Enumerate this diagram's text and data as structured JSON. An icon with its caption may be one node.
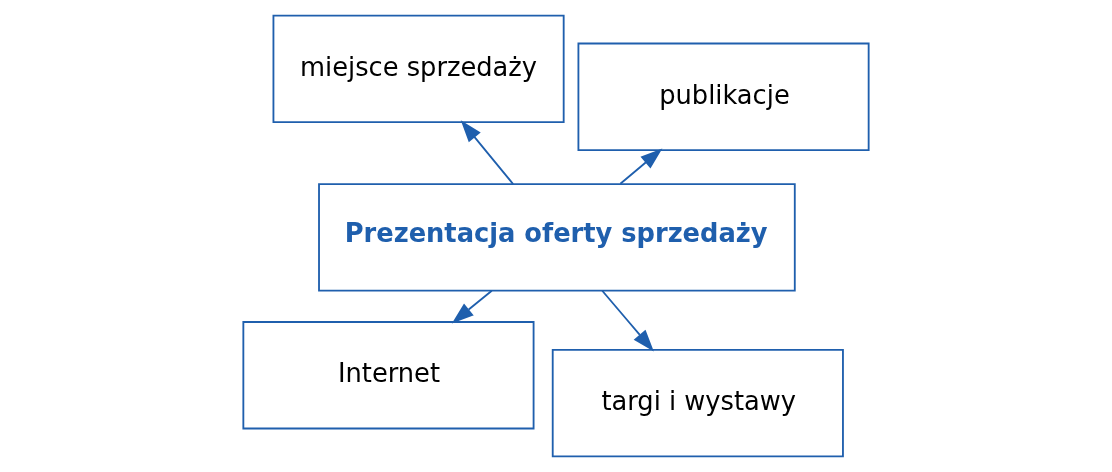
{
  "diagram": {
    "nodes": [
      {
        "text": [
          "Internet"
        ]
      },
      {
        "text": [
          "targi i wystawy"
        ]
      },
      {
        "text": [
          "Prezentacja oferty sprzedaży"
        ]
      },
      {
        "text": [
          "miejsce sprzedaży"
        ]
      },
      {
        "text": [
          "publikacje"
        ]
      }
    ],
    "edges": [
      {
        "from": 2,
        "to": 0,
        "arrow": "to"
      },
      {
        "from": 2,
        "to": 1,
        "arrow": "to"
      },
      {
        "from": 2,
        "to": 3,
        "arrow": "to"
      },
      {
        "from": 2,
        "to": 4,
        "arrow": "to"
      }
    ]
  }
}
